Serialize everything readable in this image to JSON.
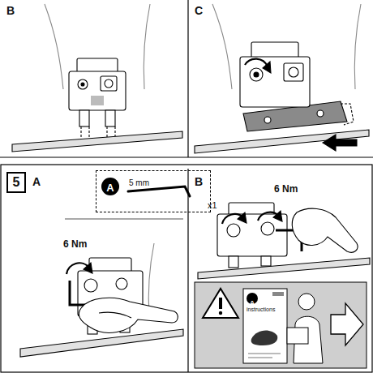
{
  "diagram": {
    "nodes": [
      {
        "text": [
          "5"
        ]
      },
      {
        "text": [
          "5 mm",
          "x1"
        ]
      },
      {
        "text": [
          "A"
        ],
        "in": 1
      },
      {
        "text": [
          "A"
        ]
      }
    ],
    "labels": [
      "B",
      "C",
      "A",
      "6 Nm",
      "B",
      "6 Nm",
      "instructions"
    ]
  }
}
